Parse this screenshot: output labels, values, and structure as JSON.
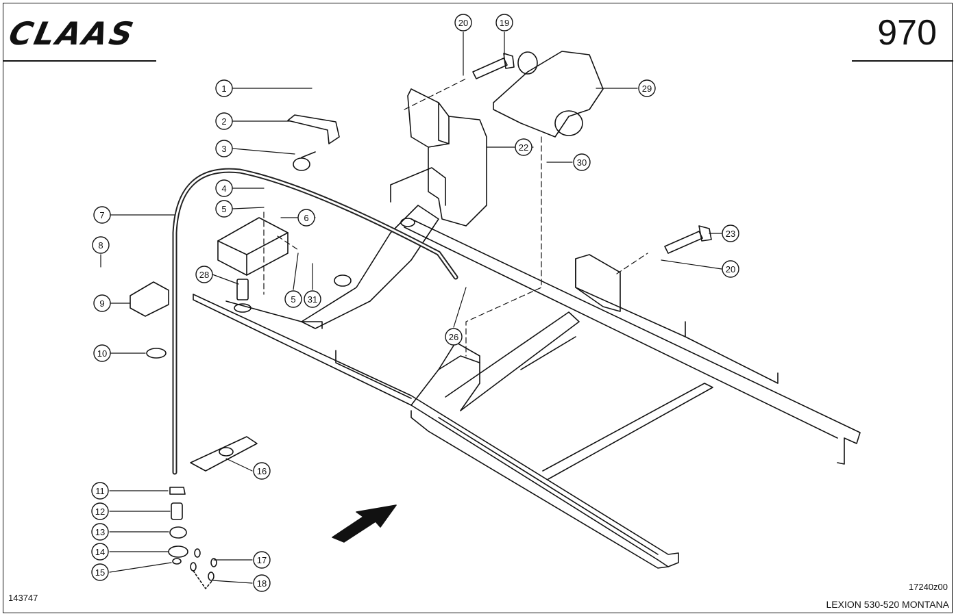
{
  "header": {
    "brand": "CLAAS",
    "page_number": "970"
  },
  "footer": {
    "drawing_number": "143747",
    "sheet_code": "17240z00",
    "model": "LEXION 530-520 MONTANA"
  },
  "callouts": [
    {
      "label": "1"
    },
    {
      "label": "2"
    },
    {
      "label": "3"
    },
    {
      "label": "4"
    },
    {
      "label": "5"
    },
    {
      "label": "6"
    },
    {
      "label": "7"
    },
    {
      "label": "8"
    },
    {
      "label": "9"
    },
    {
      "label": "10"
    },
    {
      "label": "11"
    },
    {
      "label": "12"
    },
    {
      "label": "13"
    },
    {
      "label": "14"
    },
    {
      "label": "15"
    },
    {
      "label": "16"
    },
    {
      "label": "17"
    },
    {
      "label": "18"
    },
    {
      "label": "19"
    },
    {
      "label": "20"
    },
    {
      "label": "22"
    },
    {
      "label": "29"
    },
    {
      "label": "30"
    },
    {
      "label": "23"
    },
    {
      "label": "20"
    },
    {
      "label": "26"
    },
    {
      "label": "28"
    },
    {
      "label": "5"
    },
    {
      "label": "31"
    }
  ]
}
